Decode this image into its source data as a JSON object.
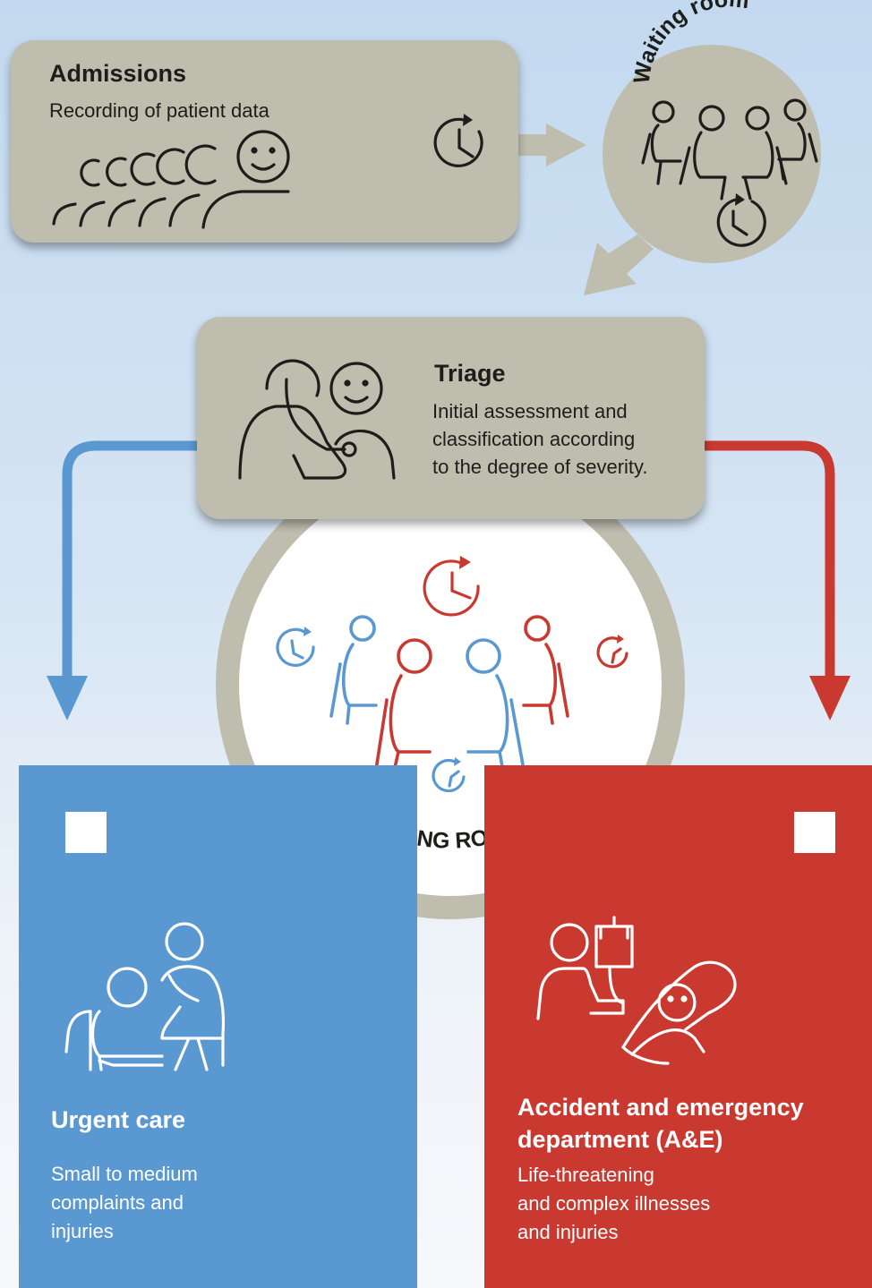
{
  "admissions": {
    "title": "Admissions",
    "subtitle": "Recording of patient data",
    "icons": [
      "queue-people-icon",
      "clock-icon"
    ]
  },
  "waiting_room_top": {
    "label": "Waiting room",
    "icons": [
      "seated-people-icon",
      "clock-icon"
    ]
  },
  "triage": {
    "title": "Triage",
    "description_lines": [
      "Initial assessment and",
      "classification according",
      "to the degree of severity."
    ],
    "icons": [
      "doctor-stethoscope-icon"
    ]
  },
  "waiting_room_center": {
    "label": "WAITING ROOM",
    "icons": [
      "seated-people-icon",
      "clock-icon"
    ]
  },
  "urgent_care": {
    "title": "Urgent care",
    "description_lines": [
      "Small to medium",
      "complaints and",
      "injuries"
    ],
    "icons": [
      "consultation-icon"
    ]
  },
  "ae": {
    "title_lines": [
      "Accident and emergency",
      "department (A&E)"
    ],
    "description_lines": [
      "Life-threatening",
      "and complex illnesses",
      "and injuries"
    ],
    "icons": [
      "hospital-bed-drip-icon"
    ]
  },
  "colors": {
    "card": "#bfbdae",
    "urgent_blue": "#5a98d1",
    "ae_red": "#c9392f",
    "stroke_dark": "#1d1d1b"
  }
}
